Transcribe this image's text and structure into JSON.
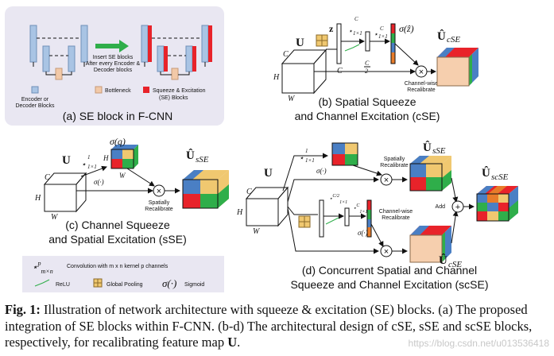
{
  "panel_a": {
    "arrow_text_1": "Insert SE blocks",
    "arrow_text_2": "After every Encoder &",
    "arrow_text_3": "Decoder blocks",
    "legend_encoder_1": "Encoder or",
    "legend_encoder_2": "Decoder Blocks",
    "legend_bottleneck": "Bottleneck",
    "legend_se_1": "Squeeze & Excitation",
    "legend_se_2": "(SE) Blocks",
    "caption": "(a) SE block in F-CNN",
    "colors": {
      "encoder": "#a9c4e4",
      "bottleneck": "#f2c9a8",
      "se": "#e8232a",
      "arrow": "#2fae4a"
    }
  },
  "panel_b": {
    "z_label": "z",
    "conv1_sup": "C",
    "conv1_frac": "2",
    "conv1_sub": "1×1",
    "conv2_sup": "C",
    "conv2_sub": "1×1",
    "sigma_label": "σ(ẑ)",
    "u_label": "U",
    "dim_c": "C",
    "dim_h": "H",
    "dim_w": "W",
    "c_label": "C",
    "c2_num": "C",
    "c2_den": "2",
    "recal_1": "Channel-wise",
    "recal_2": "Recalibrate",
    "out_label": "Û",
    "out_sub": "cSE",
    "caption_1": "(b) Spatial Squeeze",
    "caption_2": "and Channel Excitation (cSE)"
  },
  "panel_c": {
    "u_label": "U",
    "conv_sup": "1",
    "conv_sub": "1×1",
    "q_label": "σ(q)",
    "dim_c": "C",
    "dim_h": "H",
    "dim_w": "W",
    "sig_label": "σ(·)",
    "recal_1": "Spatially",
    "recal_2": "Recalibrate",
    "out_label": "Û",
    "out_sub": "sSE",
    "caption_1": "(c) Channel Squeeze",
    "caption_2": "and Spatial Excitation (sSE)"
  },
  "panel_d": {
    "u_label": "U",
    "conv_sup": "1",
    "conv_sub": "1×1",
    "sig_label": "σ(·)",
    "dim_c": "C",
    "dim_h": "H",
    "dim_w": "W",
    "recal_s_1": "Spatially",
    "recal_s_2": "Recalibrate",
    "recal_c_1": "Channel-wise",
    "recal_c_2": "Recalibrate",
    "add_label": "Add",
    "out_s": "Û",
    "out_s_sub": "sSE",
    "out_c": "Û",
    "out_c_sub": "cSE",
    "out_sc": "Û",
    "out_sc_sub": "scSE",
    "caption_1": "(d) Concurrent Spatial and Channel",
    "caption_2": "Squeeze and Channel Excitation (scSE)"
  },
  "legend": {
    "conv_text": "Convolution with m x n kernel p channels",
    "relu": "ReLU",
    "pool": "Global Pooling",
    "sigmoid": "Sigmoid",
    "sigma_sym": "σ(·)"
  },
  "caption": {
    "label": "Fig. 1:",
    "text": " Illustration of network architecture with squeeze & excitation (SE) blocks. (a) The proposed integration of SE blocks within F-CNN. (b-d) The architectural design of cSE, sSE and scSE blocks, respectively, for recalibrating feature map ",
    "bold_end": "U",
    "period": "."
  },
  "watermark": "https://blog.csdn.net/u013536418"
}
